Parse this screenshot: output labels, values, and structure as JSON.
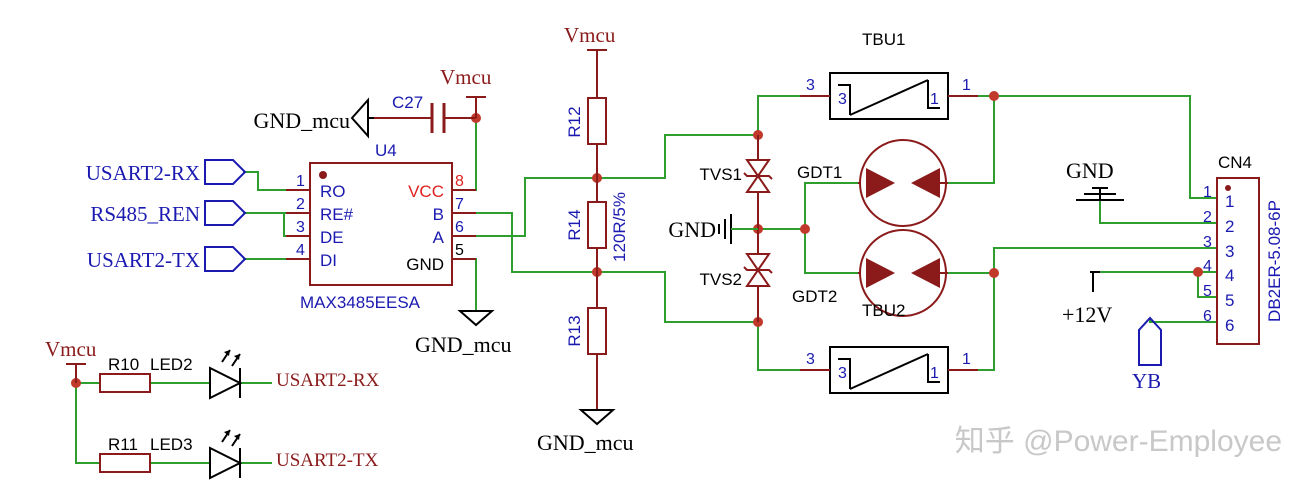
{
  "colors": {
    "wire": "#2e9e2e",
    "symbol": "#8b1a1a",
    "pin_number": "#1a1ab0",
    "net_label": "#1a1ab0",
    "power_label": "#8b1a1a",
    "vcc_pin": "#e02020",
    "junction": "#c0392b",
    "watermark": "#c8c8c8"
  },
  "power": {
    "vmcu_c27": "Vmcu",
    "vmcu_r12": "Vmcu",
    "vmcu_leds": "Vmcu",
    "gnd_mcu_c27": "GND_mcu",
    "gnd_mcu_u4": "GND_mcu",
    "gnd_mcu_r13": "GND_mcu",
    "gnd_tvs": "GND",
    "gnd_cn4": "GND",
    "plus12v": "+12V"
  },
  "net_ports": {
    "usart2_rx_in": "USART2-RX",
    "rs485_ren": "RS485_REN",
    "usart2_tx_in": "USART2-TX",
    "yb": "YB",
    "usart2_rx_led": "USART2-RX",
    "usart2_tx_led": "USART2-TX"
  },
  "u4": {
    "ref": "U4",
    "value": "MAX3485EESA",
    "left_pins": [
      {
        "num": "1",
        "name": "RO"
      },
      {
        "num": "2",
        "name": "RE#"
      },
      {
        "num": "3",
        "name": "DE"
      },
      {
        "num": "4",
        "name": "DI"
      }
    ],
    "right_pins": [
      {
        "num": "8",
        "name": "VCC"
      },
      {
        "num": "7",
        "name": "B"
      },
      {
        "num": "6",
        "name": "A"
      },
      {
        "num": "5",
        "name": "GND"
      }
    ]
  },
  "c27": {
    "ref": "C27"
  },
  "r12": {
    "ref": "R12"
  },
  "r14": {
    "ref": "R14",
    "value": "120R/5%"
  },
  "r13": {
    "ref": "R13"
  },
  "r10": {
    "ref": "R10"
  },
  "r11": {
    "ref": "R11"
  },
  "led2": {
    "ref": "LED2"
  },
  "led3": {
    "ref": "LED3"
  },
  "tvs1": {
    "ref": "TVS1"
  },
  "tvs2": {
    "ref": "TVS2"
  },
  "gdt1": {
    "ref": "GDT1"
  },
  "gdt2": {
    "ref": "GDT2"
  },
  "tbu1": {
    "ref": "TBU1",
    "pin_left": "3",
    "pin_right": "1",
    "inner_left": "3",
    "inner_right": "1"
  },
  "tbu2": {
    "ref": "TBU2",
    "pin_left": "3",
    "pin_right": "1",
    "inner_left": "3",
    "inner_right": "1"
  },
  "cn4": {
    "ref": "CN4",
    "value": "DB2ER-5.08-6P",
    "pins": [
      "1",
      "2",
      "3",
      "4",
      "5",
      "6"
    ]
  },
  "watermark": "知乎 @Power-Employee"
}
